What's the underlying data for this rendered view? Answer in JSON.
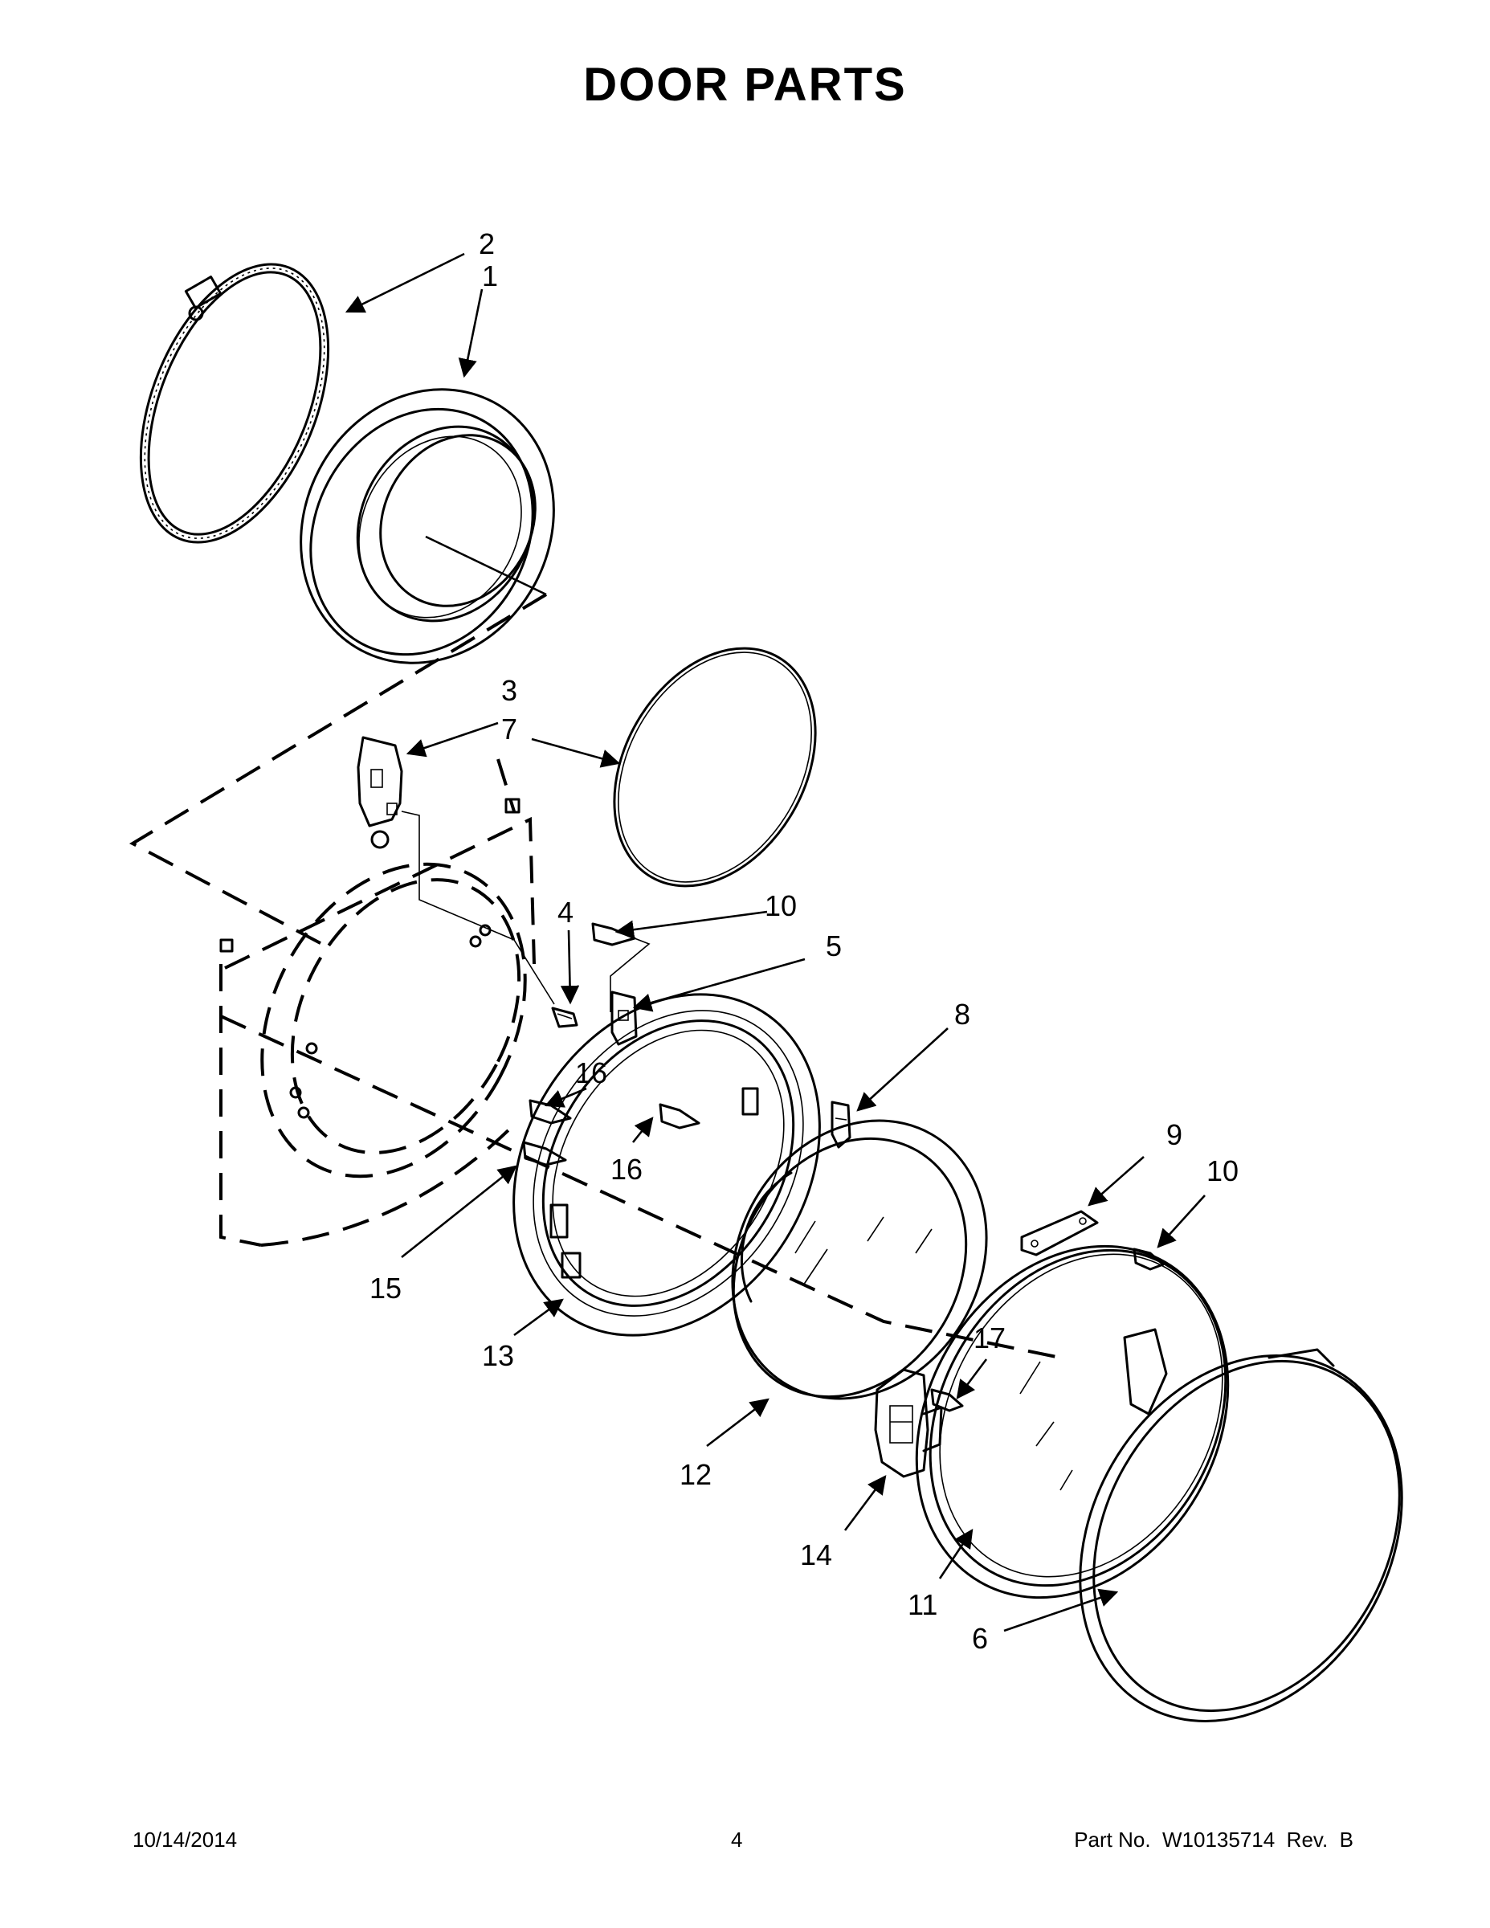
{
  "title": "DOOR PARTS",
  "callouts": {
    "c1": "1",
    "c2": "2",
    "c3": "3",
    "c4": "4",
    "c5": "5",
    "c6": "6",
    "c7": "7",
    "c8": "8",
    "c9": "9",
    "c10a": "10",
    "c10b": "10",
    "c11": "11",
    "c12": "12",
    "c13": "13",
    "c14": "14",
    "c15": "15",
    "c16a": "16",
    "c16b": "16",
    "c17": "17"
  },
  "footer": {
    "date": "10/14/2014",
    "page": "4",
    "part_number": "Part No.  W10135714  Rev.  B"
  }
}
